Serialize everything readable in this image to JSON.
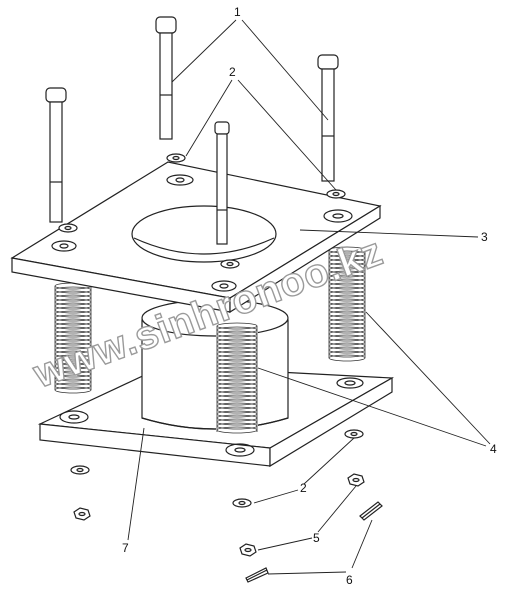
{
  "callouts": {
    "c1": "1",
    "c2a": "2",
    "c2b": "2",
    "c3": "3",
    "c4": "4",
    "c5": "5",
    "c6": "6",
    "c7": "7"
  },
  "watermark": {
    "text": "www.sinhronoo.kz"
  }
}
